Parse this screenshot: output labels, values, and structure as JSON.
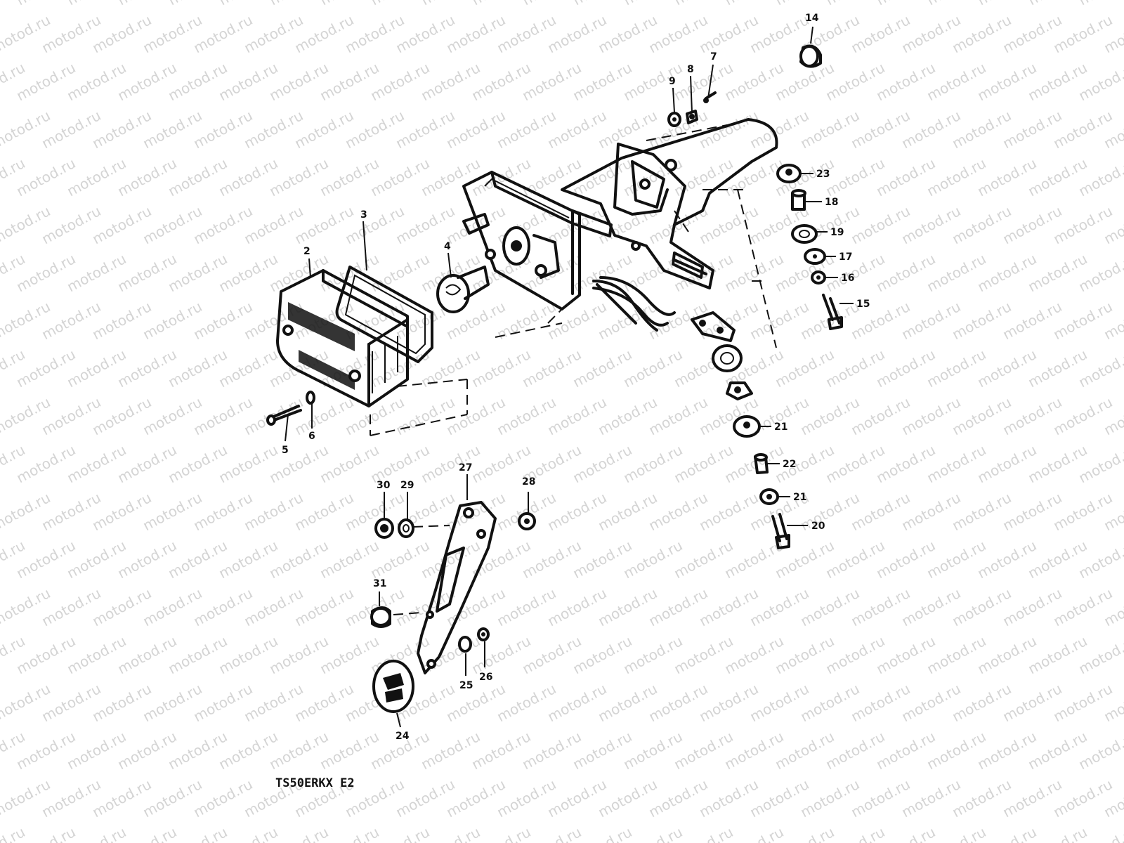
{
  "watermark": {
    "text": "motod.ru"
  },
  "model_label": "TS50ERKX E2",
  "callouts": [
    {
      "id": "c2",
      "label": "2"
    },
    {
      "id": "c3",
      "label": "3"
    },
    {
      "id": "c4",
      "label": "4"
    },
    {
      "id": "c5",
      "label": "5"
    },
    {
      "id": "c6",
      "label": "6"
    },
    {
      "id": "c7",
      "label": "7"
    },
    {
      "id": "c8",
      "label": "8"
    },
    {
      "id": "c9",
      "label": "9"
    },
    {
      "id": "c14",
      "label": "14"
    },
    {
      "id": "c23",
      "label": "23"
    },
    {
      "id": "c18",
      "label": "18"
    },
    {
      "id": "c19",
      "label": "19"
    },
    {
      "id": "c17",
      "label": "17"
    },
    {
      "id": "c16",
      "label": "16"
    },
    {
      "id": "c15",
      "label": "15"
    },
    {
      "id": "c21a",
      "label": "21"
    },
    {
      "id": "c22",
      "label": "22"
    },
    {
      "id": "c21b",
      "label": "21"
    },
    {
      "id": "c20",
      "label": "20"
    },
    {
      "id": "c27",
      "label": "27"
    },
    {
      "id": "c30",
      "label": "30"
    },
    {
      "id": "c29",
      "label": "29"
    },
    {
      "id": "c28",
      "label": "28"
    },
    {
      "id": "c31",
      "label": "31"
    },
    {
      "id": "c25",
      "label": "25"
    },
    {
      "id": "c26",
      "label": "26"
    },
    {
      "id": "c24",
      "label": "24"
    }
  ]
}
